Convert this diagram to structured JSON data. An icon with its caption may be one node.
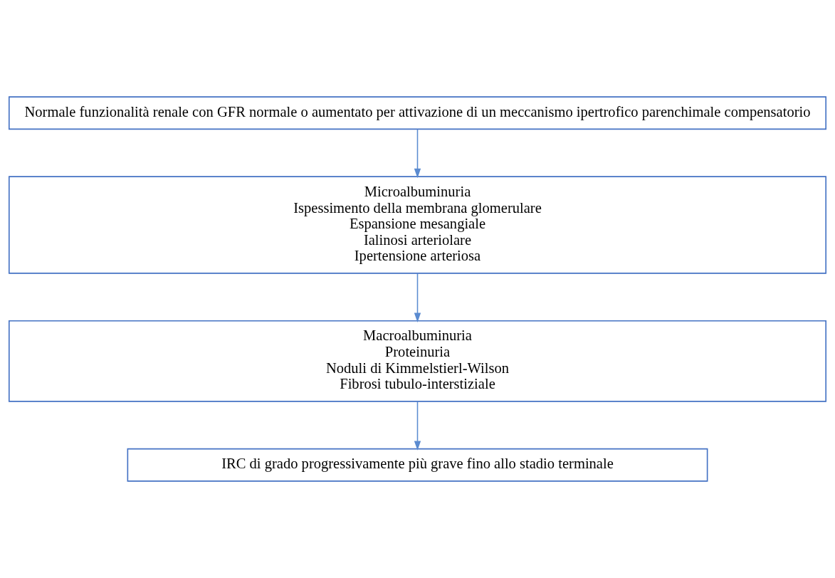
{
  "diagram": {
    "nodes": [
      {
        "text": [
          "Normale funzionalità renale con GFR normale o aumentato per attivazione di un meccanismo ipertrofico parenchimale compensatorio"
        ]
      },
      {
        "text": [
          "Microalbuminuria",
          "Ispessimento della membrana glomerulare",
          "Espansione mesangiale",
          "Ialinosi arteriolare",
          "Ipertensione arteriosa"
        ]
      },
      {
        "text": [
          "Macroalbuminuria",
          "Proteinuria",
          "Noduli di Kimmelstierl-Wilson",
          "Fibrosi tubulo-interstiziale"
        ]
      },
      {
        "text": [
          "IRC di grado progressivamente più grave fino allo stadio terminale"
        ]
      }
    ],
    "edges": [
      {
        "from": 0,
        "to": 1,
        "arrow": "to"
      },
      {
        "from": 1,
        "to": 2,
        "arrow": "to"
      },
      {
        "from": 2,
        "to": 3,
        "arrow": "to"
      }
    ]
  }
}
